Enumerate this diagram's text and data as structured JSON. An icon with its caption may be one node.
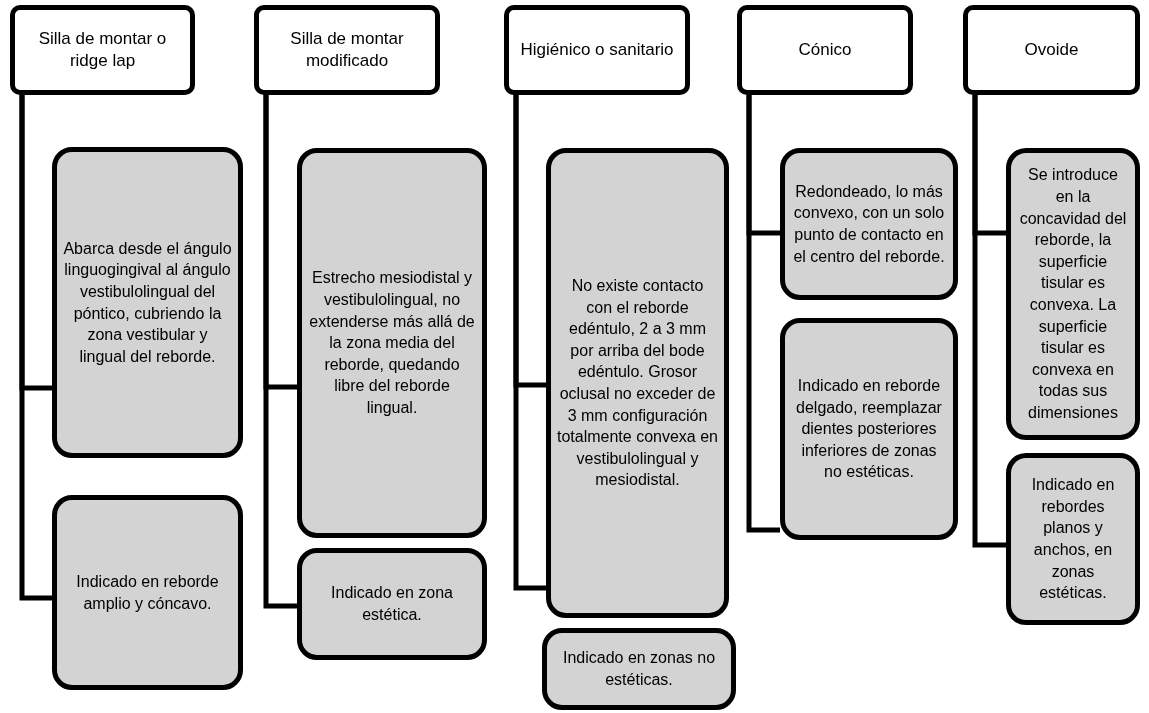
{
  "diagram": {
    "nodes": [
      {
        "text": [
          "Silla de montar o ridge lap"
        ]
      },
      {
        "text": [
          "Abarca desde el ángulo linguogingival al ángulo vestibulolingual del póntico, cubriendo la zona vestibular y lingual del reborde."
        ]
      },
      {
        "text": [
          "Indicado en reborde amplio y cóncavo."
        ]
      },
      {
        "text": [
          "Silla de montar modificado"
        ]
      },
      {
        "text": [
          "Estrecho mesiodistal y vestibulolingual, no extenderse más allá de la zona media del reborde, quedando libre del reborde lingual."
        ]
      },
      {
        "text": [
          "Indicado en zona estética."
        ]
      },
      {
        "text": [
          "Higiénico o sanitario"
        ]
      },
      {
        "text": [
          "No existe contacto con el reborde edéntulo, 2 a 3 mm por arriba del bode edéntulo. Grosor oclusal no exceder de 3 mm configuración totalmente convexa en vestibulolingual y mesiodistal."
        ]
      },
      {
        "text": [
          "Indicado en zonas no estéticas."
        ]
      },
      {
        "text": [
          "Cónico"
        ]
      },
      {
        "text": [
          "Redondeado, lo más convexo, con un solo punto de contacto en el centro del reborde."
        ]
      },
      {
        "text": [
          "Indicado en reborde delgado, reemplazar dientes posteriores inferiores de zonas no estéticas."
        ]
      },
      {
        "text": [
          "Ovoide"
        ]
      },
      {
        "text": [
          "Se introduce en la concavidad del reborde, la superficie tisular es convexa. La superficie tisular es convexa en todas sus dimensiones"
        ]
      },
      {
        "text": [
          "Indicado en rebordes planos y anchos, en zonas estéticas."
        ]
      }
    ],
    "edges": [
      {
        "from": 0,
        "to": 1,
        "arrow": "none"
      },
      {
        "from": 0,
        "to": 2,
        "arrow": "none"
      },
      {
        "from": 3,
        "to": 4,
        "arrow": "none"
      },
      {
        "from": 3,
        "to": 5,
        "arrow": "none"
      },
      {
        "from": 6,
        "to": 7,
        "arrow": "none"
      },
      {
        "from": 6,
        "to": 7,
        "arrow": "none"
      },
      {
        "from": 9,
        "to": 10,
        "arrow": "none"
      },
      {
        "from": 9,
        "to": 11,
        "arrow": "none"
      },
      {
        "from": 12,
        "to": 13,
        "arrow": "none"
      },
      {
        "from": 12,
        "to": 14,
        "arrow": "none"
      }
    ]
  }
}
